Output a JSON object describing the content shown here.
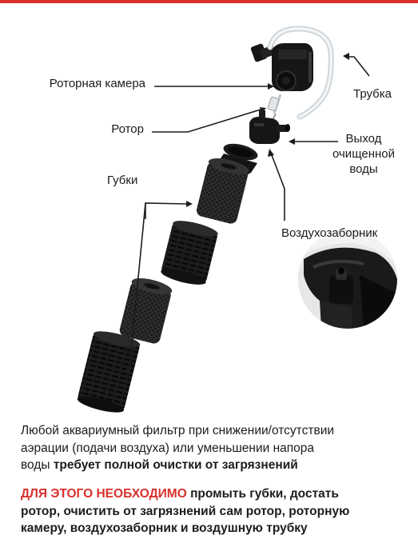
{
  "labels": {
    "rotor_chamber": "Роторная камера",
    "rotor": "Ротор",
    "sponges": "Губки",
    "tube": "Трубка",
    "outlet_line1": "Выход",
    "outlet_line2": "очищенной",
    "outlet_line3": "воды",
    "air_intake": "Воздухозаборник"
  },
  "paragraph1": {
    "text_line1": "Любой аквариумный фильтр при снижении/отсутствии",
    "text_line2": "аэрации (подачи воздуха) или уменьшении напора",
    "text_line3_plain": "воды ",
    "text_line3_bold": "требует полной очистки от загрязнений"
  },
  "paragraph2": {
    "highlight": "ДЛЯ ЭТОГО НЕОБХОДИМО",
    "rest_line1": " промыть губки, достать",
    "rest_line2": "ротор, очистить от загрязнений сам ротор, роторную",
    "rest_line3": "камеру, воздухозаборник и воздушную трубку"
  },
  "colors": {
    "accent_red": "#d9302b",
    "part_black": "#161616",
    "sponge": "#2a2a2a",
    "tube": "#e8ecef"
  }
}
